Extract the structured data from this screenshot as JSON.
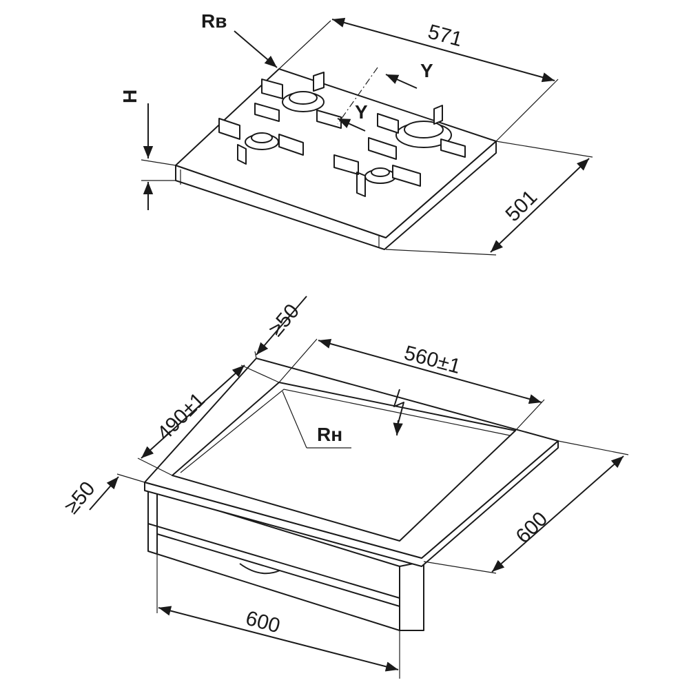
{
  "top_view": {
    "label_rv": "Rв",
    "width": "571",
    "depth": "501",
    "height": "H",
    "section_y1": "Y",
    "section_y2": "Y"
  },
  "bottom_view": {
    "clearance_back": "≥50",
    "cutout_width": "560±1",
    "cutout_depth": "490±1",
    "label_rn": "Rн",
    "clearance_front": "≥50",
    "cabinet_depth": "600",
    "cabinet_width": "600"
  }
}
